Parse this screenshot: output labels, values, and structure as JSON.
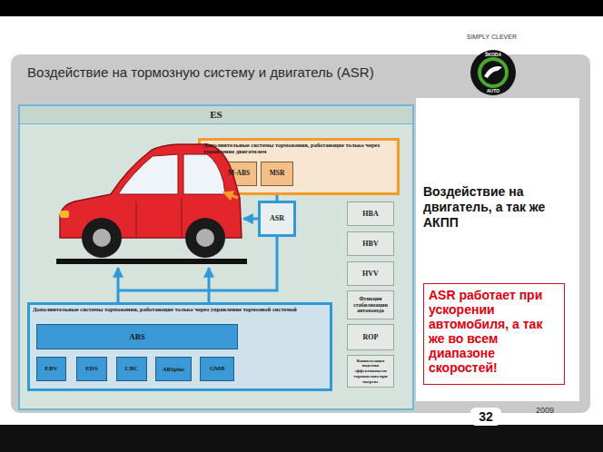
{
  "diagram": {
    "title": "Воздействие на тормозную систему и двигатель (ASR)",
    "nodes": [
      {
        "text": [
          "ES"
        ]
      },
      {
        "text": [
          "Дополнительные системы торможения, работающие только через управление двигателем"
        ],
        "in": 0
      },
      {
        "text": [
          "M-ABS"
        ],
        "in": 1
      },
      {
        "text": [
          "MSR"
        ],
        "in": 1
      },
      {
        "text": [
          "ASR"
        ],
        "in": 0
      },
      {
        "text": [
          "HBA"
        ],
        "in": 0
      },
      {
        "text": [
          "HBV"
        ],
        "in": 0
      },
      {
        "text": [
          "HVV"
        ],
        "in": 0
      },
      {
        "text": [
          "Функция стабилизации автопоезда"
        ],
        "in": 0
      },
      {
        "text": [
          "ROP"
        ],
        "in": 0
      },
      {
        "text": [
          "Компенсация падения эффективности торможения при нагреве"
        ],
        "in": 0
      },
      {
        "text": [
          "Дополнительные системы торможения, работающие только через управление тормозной системой"
        ],
        "in": 0
      },
      {
        "text": [
          "ABS"
        ],
        "in": 11
      },
      {
        "text": [
          "EBV"
        ],
        "in": 11
      },
      {
        "text": [
          "EDS"
        ],
        "in": 11
      },
      {
        "text": [
          "CBC"
        ],
        "in": 11
      },
      {
        "text": [
          "ABSplus"
        ],
        "in": 11
      },
      {
        "text": [
          "GMB"
        ],
        "in": 11
      },
      {
        "text": [
          "ASR работает при ускорении автомобиля, а так же во всем диапазоне скоростей!"
        ]
      }
    ],
    "edges": [
      {
        "from": 4,
        "to": 1,
        "arrow": "none"
      },
      {
        "from": 4,
        "to": 11,
        "arrow": "none"
      }
    ],
    "labels": [
      "SIMPLY CLEVER",
      "ŠKODA",
      "AUTO",
      "Воздействие на двигатель, а так же АКПП",
      "32",
      "2009"
    ]
  }
}
